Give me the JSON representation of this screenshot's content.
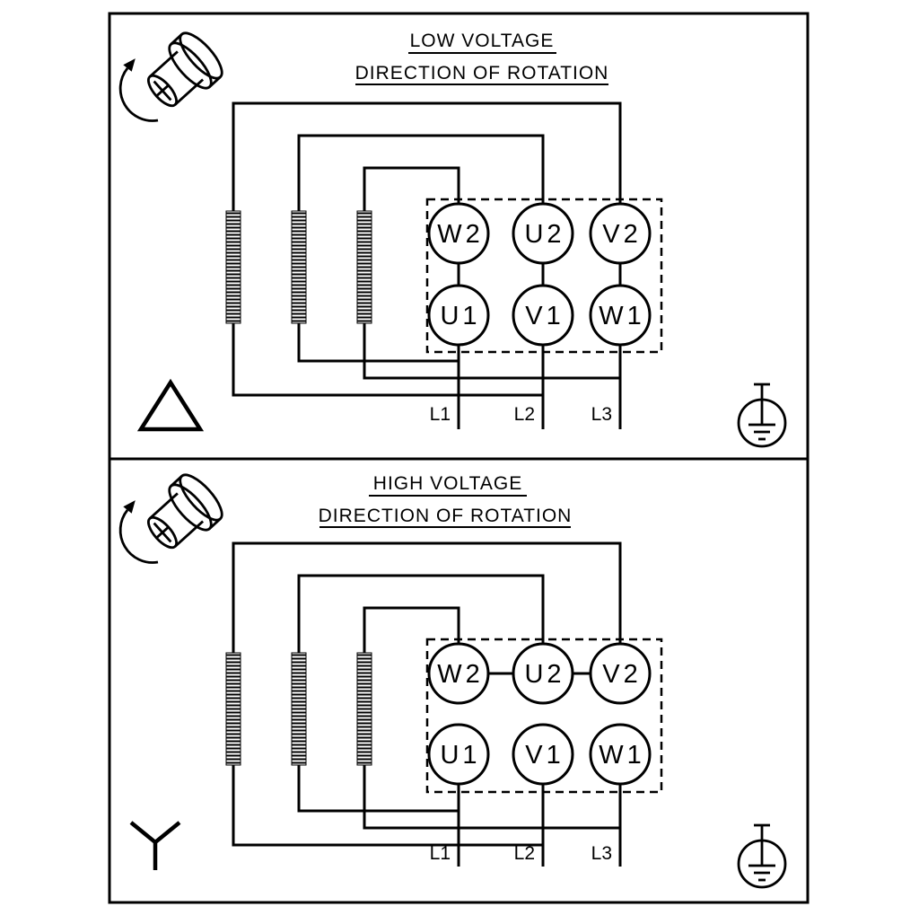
{
  "colors": {
    "ink": "#000000",
    "paper": "#ffffff"
  },
  "panels": [
    {
      "name": "low-voltage",
      "title": "LOW VOLTAGE",
      "subtitle": "DIRECTION OF ROTATION",
      "connection_symbol": "delta-icon",
      "terminals": {
        "top": [
          "W2",
          "U2",
          "V2"
        ],
        "bottom": [
          "U1",
          "V1",
          "W1"
        ]
      },
      "supply_lines": [
        "L1",
        "L2",
        "L3"
      ],
      "icons": [
        "shaft-rotation-icon",
        "delta-symbol-icon",
        "earth-ground-icon"
      ]
    },
    {
      "name": "high-voltage",
      "title": "HIGH VOLTAGE",
      "subtitle": "DIRECTION OF ROTATION",
      "connection_symbol": "star-icon",
      "terminals": {
        "top": [
          "W2",
          "U2",
          "V2"
        ],
        "bottom": [
          "U1",
          "V1",
          "W1"
        ]
      },
      "supply_lines": [
        "L1",
        "L2",
        "L3"
      ],
      "icons": [
        "shaft-rotation-icon",
        "star-symbol-icon",
        "earth-ground-icon"
      ]
    }
  ]
}
